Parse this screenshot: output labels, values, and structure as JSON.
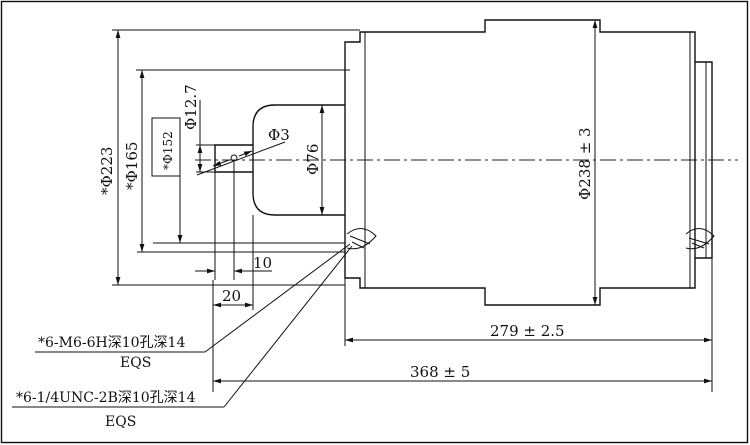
{
  "drawing": {
    "dimensions": {
      "phi223": "*Φ223",
      "phi165": "*Φ165",
      "phi152": "*Φ152",
      "phi12_7": "Φ12.7",
      "phi3": "Φ3",
      "phi76": "Φ76",
      "phi238": "Φ238 ± 3",
      "len10": "10",
      "len20": "20",
      "len279": "279 ± 2.5",
      "len368": "368 ± 5"
    },
    "callouts": [
      {
        "spec": "*6-M6-6H深10孔深14",
        "note": "EQS"
      },
      {
        "spec": "*6-1/4UNC-2B深10孔深14",
        "note": "EQS"
      }
    ],
    "colors": {
      "line": "#111111",
      "background": "#ffffff"
    }
  }
}
